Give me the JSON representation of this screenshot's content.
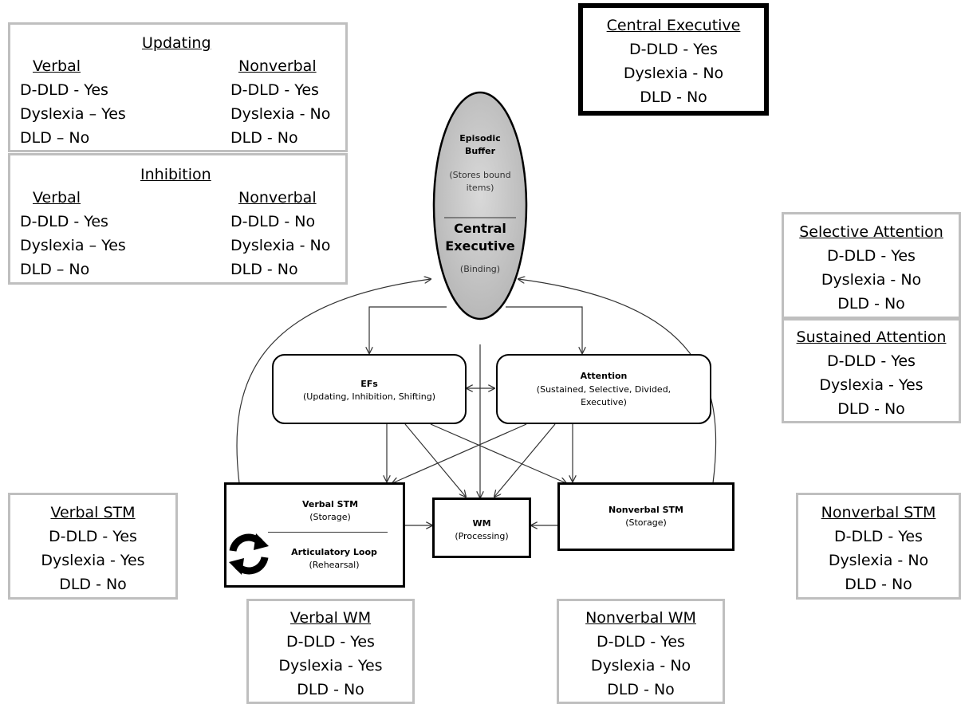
{
  "updating": {
    "title": "Updating",
    "verbal": {
      "head": "Verbal",
      "rows": [
        "D-DLD  - Yes",
        "Dyslexia – Yes",
        "DLD – No"
      ]
    },
    "nonverbal": {
      "head": "Nonverbal",
      "rows": [
        "D-DLD - Yes",
        "Dyslexia - No",
        "DLD - No"
      ]
    }
  },
  "inhibition": {
    "title": "Inhibition",
    "verbal": {
      "head": "Verbal",
      "rows": [
        "D-DLD  - Yes",
        "Dyslexia – Yes",
        "DLD – No"
      ]
    },
    "nonverbal": {
      "head": "Nonverbal",
      "rows": [
        "D-DLD - No",
        "Dyslexia - No",
        "DLD - No"
      ]
    }
  },
  "central_exec_box": {
    "title": "Central Executive",
    "rows": [
      "D-DLD  - Yes",
      "Dyslexia - No",
      "DLD - No"
    ]
  },
  "selective_attention": {
    "title": "Selective Attention",
    "rows": [
      "D-DLD  - Yes",
      "Dyslexia - No",
      "DLD - No"
    ]
  },
  "sustained_attention": {
    "title": "Sustained Attention",
    "rows": [
      "D-DLD  - Yes",
      "Dyslexia - Yes",
      "DLD - No"
    ]
  },
  "verbal_stm_box": {
    "title": "Verbal STM",
    "rows": [
      "D-DLD  - Yes",
      "Dyslexia - Yes",
      "DLD - No"
    ]
  },
  "nonverbal_stm_box": {
    "title": "Nonverbal STM",
    "rows": [
      "D-DLD - Yes",
      "Dyslexia - No",
      "DLD - No"
    ]
  },
  "verbal_wm_box": {
    "title": "Verbal WM",
    "rows": [
      "D-DLD - Yes",
      "Dyslexia - Yes",
      "DLD - No"
    ]
  },
  "nonverbal_wm_box": {
    "title": "Nonverbal WM",
    "rows": [
      "D-DLD - Yes",
      "Dyslexia - No",
      "DLD - No"
    ]
  },
  "model": {
    "oval": {
      "line1": "Episodic",
      "line2": "Buffer",
      "line3": "(Stores bound",
      "line4": "items)",
      "line5": "Central",
      "line6": "Executive",
      "line7": "(Binding)"
    },
    "efs": {
      "title": "EFs",
      "sub": "(Updating, Inhibition, Shifting)"
    },
    "attention": {
      "title": "Attention",
      "sub1": "(Sustained, Selective, Divided,",
      "sub2": "Executive)"
    },
    "verbal_stm": {
      "title": "Verbal STM",
      "sub": "(Storage)",
      "loop_title": "Articulatory Loop",
      "loop_sub": "(Rehearsal)"
    },
    "wm": {
      "title": "WM",
      "sub": "(Processing)"
    },
    "nonverbal_stm": {
      "title": "Nonverbal STM",
      "sub": "(Storage)"
    }
  }
}
